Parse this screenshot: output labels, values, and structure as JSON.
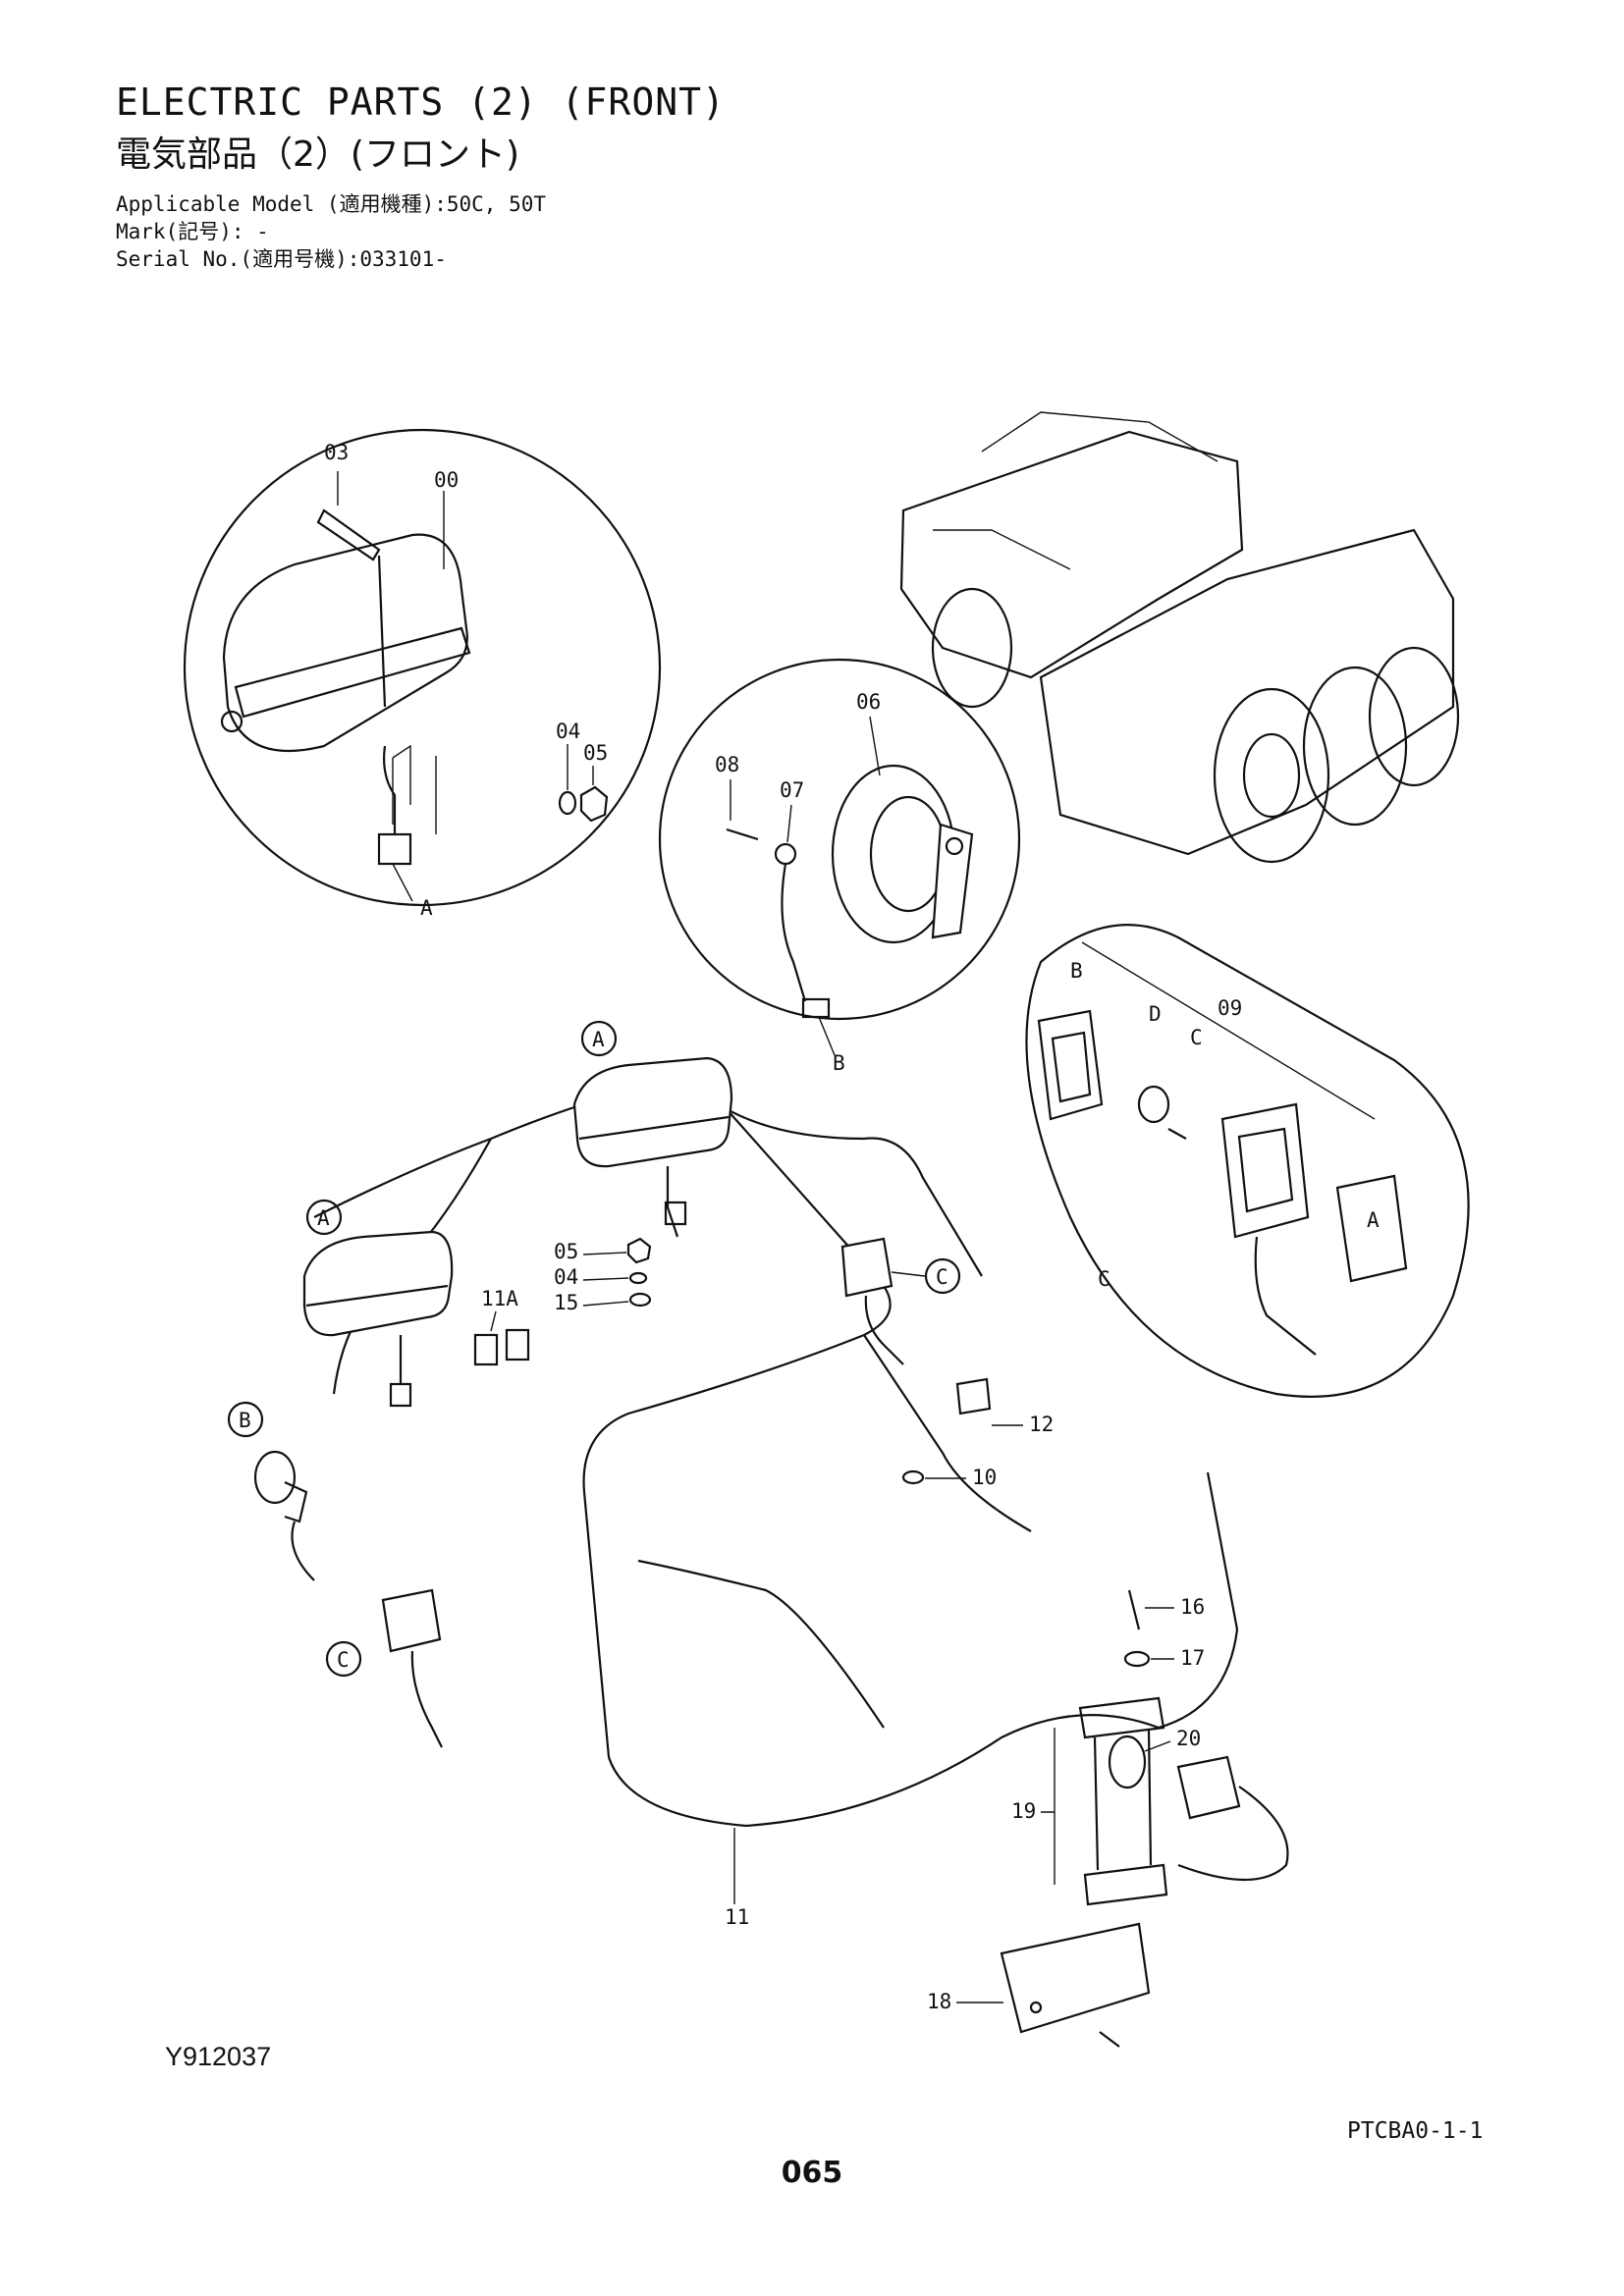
{
  "header": {
    "title_en": "ELECTRIC PARTS (2)  (FRONT)",
    "title_ja": "電気部品（2）(フロント)",
    "applicable_model": "Applicable Model (適用機種):50C, 50T",
    "mark": "Mark(記号): -",
    "serial": "Serial No.(適用号機):033101-"
  },
  "footer": {
    "figure_id": "Y912037",
    "page_code": "PTCBA0-1-1",
    "page_number": "065"
  },
  "callouts": {
    "c00": "00",
    "c03": "03",
    "c04": "04",
    "c05": "05",
    "c06": "06",
    "c07": "07",
    "c08": "08",
    "c09": "09",
    "c10": "10",
    "c11": "11",
    "c11a": "11A",
    "c12": "12",
    "c15": "15",
    "c16": "16",
    "c17": "17",
    "c18": "18",
    "c19": "19",
    "c20": "20",
    "c05b": "05",
    "c04b": "04"
  },
  "view_letters": {
    "a": "A",
    "b": "B",
    "c": "C",
    "d": "D"
  }
}
